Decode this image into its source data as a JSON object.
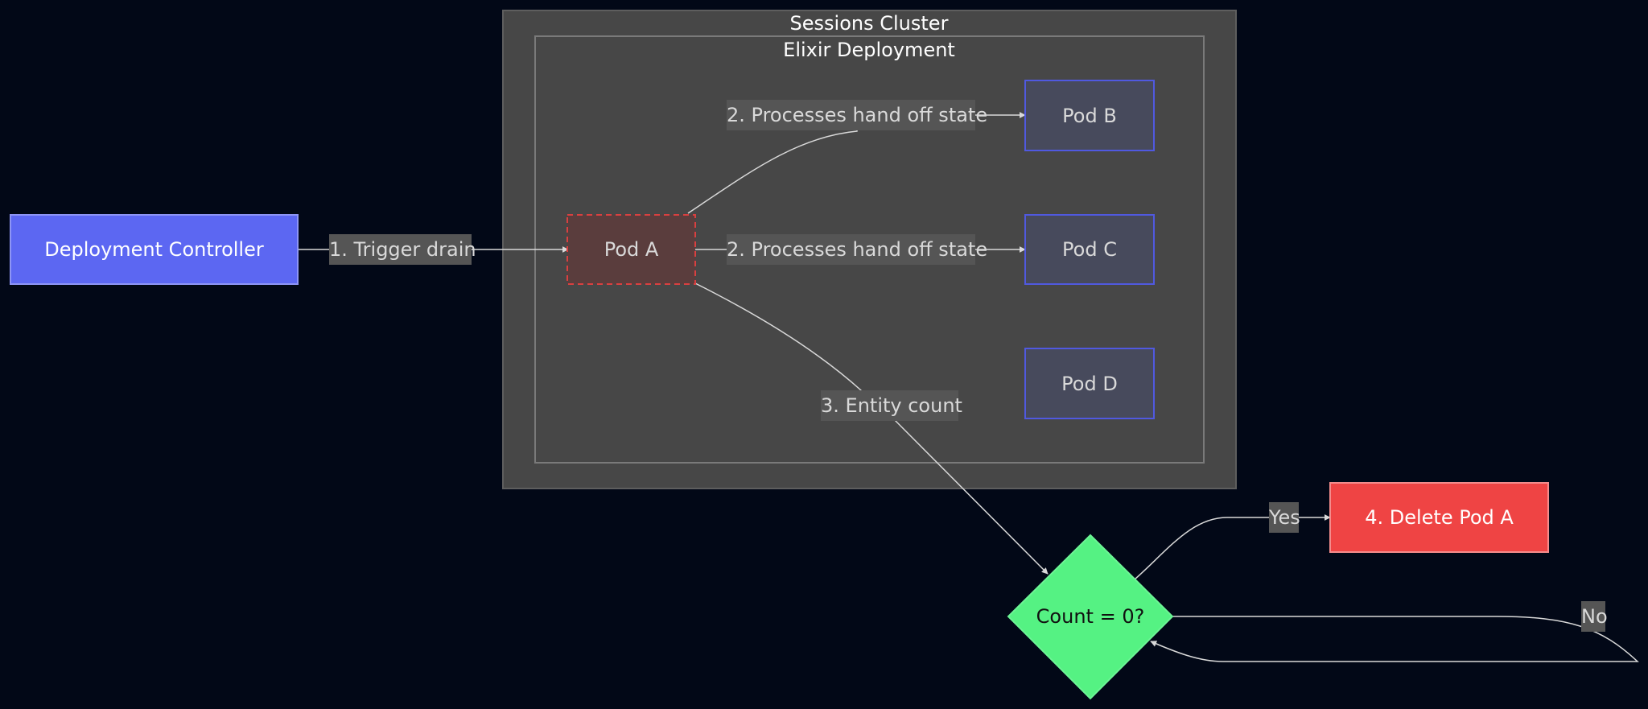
{
  "clusters": {
    "outer": {
      "label": "Sessions Cluster"
    },
    "inner": {
      "label": "Elixir Deployment"
    }
  },
  "nodes": {
    "controller": {
      "label": "Deployment Controller"
    },
    "pod_a": {
      "label": "Pod A"
    },
    "pod_b": {
      "label": "Pod B"
    },
    "pod_c": {
      "label": "Pod C"
    },
    "pod_d": {
      "label": "Pod D"
    },
    "decision": {
      "label": "Count = 0?"
    },
    "delete": {
      "label": "4. Delete Pod A"
    }
  },
  "edges": {
    "trigger": {
      "label": "1. Trigger drain"
    },
    "handoff_b": {
      "label": "2. Processes hand off state"
    },
    "handoff_c": {
      "label": "2. Processes hand off state"
    },
    "entity_count": {
      "label": "3. Entity count"
    },
    "yes": {
      "label": "Yes"
    },
    "no": {
      "label": "No"
    }
  },
  "colors": {
    "background": "#020817",
    "cluster_fill": "#474747",
    "controller_fill": "#5c67f2",
    "pod_fill": "#474a5c",
    "pod_stroke": "#5059e0",
    "pod_a_fill": "#5a3d3d",
    "pod_a_stroke": "#d94040",
    "decision_fill": "#55f283",
    "delete_fill": "#ef4444",
    "edge": "#d9d9d9"
  }
}
